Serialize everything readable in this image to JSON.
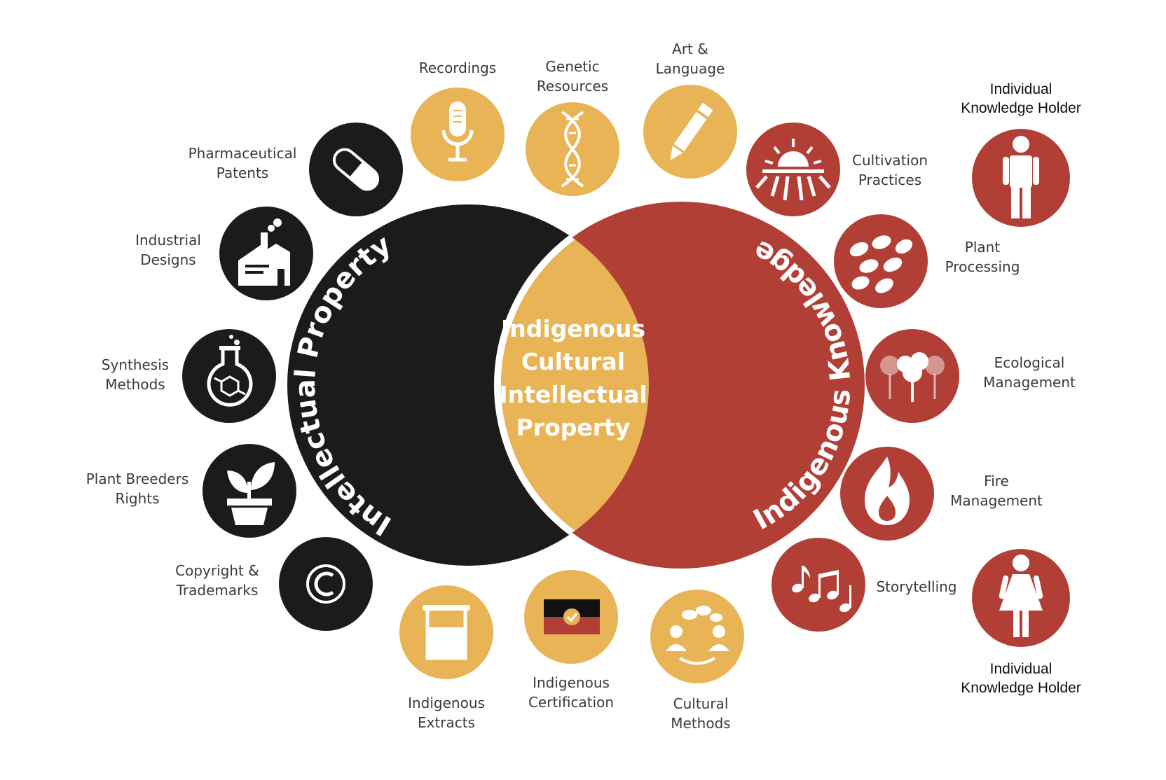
{
  "colors": {
    "black": "#1b1b1b",
    "red": "#b23f36",
    "gold": "#e8b455",
    "white": "#ffffff"
  },
  "main": {
    "left_circle": "Intellectual Property",
    "right_circle": "Indigenous Knowledge",
    "center": [
      "Indigenous",
      "Cultural",
      "Intellectual",
      "Property"
    ]
  },
  "ip_items": [
    {
      "label": [
        "Pharmaceutical",
        "Patents"
      ],
      "icon": "pill-icon"
    },
    {
      "label": [
        "Industrial",
        "Designs"
      ],
      "icon": "factory-icon"
    },
    {
      "label": [
        "Synthesis",
        "Methods"
      ],
      "icon": "flask-icon"
    },
    {
      "label": [
        "Plant Breeders",
        "Rights"
      ],
      "icon": "potted-plant-icon"
    },
    {
      "label": [
        "Copyright &",
        "Trademarks"
      ],
      "icon": "copyright-icon"
    }
  ],
  "icip_items": [
    {
      "label": [
        "Recordings"
      ],
      "icon": "microphone-icon"
    },
    {
      "label": [
        "Genetic",
        "Resources"
      ],
      "icon": "dna-icon"
    },
    {
      "label": [
        "Art &",
        "Language"
      ],
      "icon": "pencil-icon"
    },
    {
      "label": [
        "Indigenous",
        "Extracts"
      ],
      "icon": "beaker-icon"
    },
    {
      "label": [
        "Indigenous",
        "Certification"
      ],
      "icon": "aboriginal-flag-icon"
    },
    {
      "label": [
        "Cultural",
        "Methods"
      ],
      "icon": "people-talking-icon"
    }
  ],
  "ik_items": [
    {
      "label": [
        "Cultivation",
        "Practices"
      ],
      "icon": "sunrise-field-icon"
    },
    {
      "label": [
        "Plant",
        "Processing"
      ],
      "icon": "seeds-icon"
    },
    {
      "label": [
        "Ecological",
        "Management"
      ],
      "icon": "trees-icon"
    },
    {
      "label": [
        "Fire",
        "Management"
      ],
      "icon": "flame-icon"
    },
    {
      "label": [
        "Storytelling"
      ],
      "icon": "music-notes-icon"
    }
  ],
  "holders": [
    {
      "label": [
        "Individual",
        "Knowledge Holder"
      ],
      "icon": "man-icon"
    },
    {
      "label": [
        "Individual",
        "Knowledge Holder"
      ],
      "icon": "woman-icon"
    }
  ]
}
